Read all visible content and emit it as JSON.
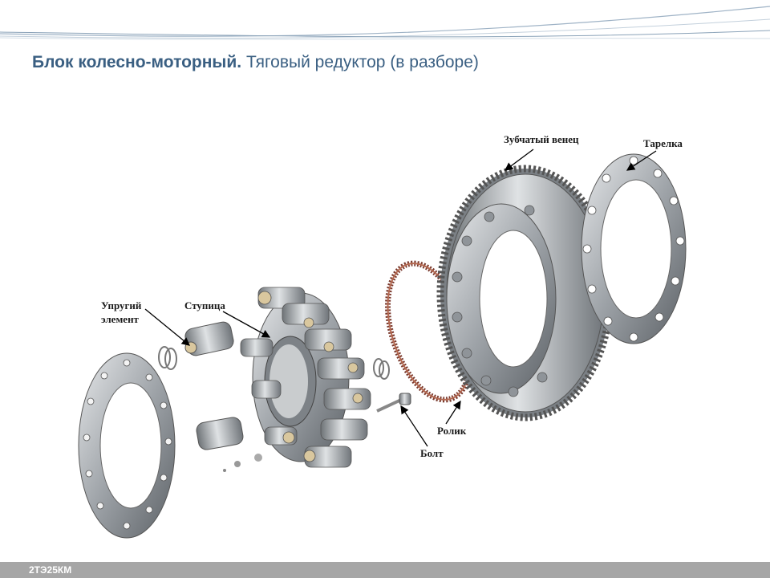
{
  "slide": {
    "title_bold": "Блок колесно-моторный.",
    "title_regular": "Тяговый редуктор (в разборе)"
  },
  "labels": {
    "gear_crown": "Зубчатый венец",
    "plate": "Тарелка",
    "elastic_line1": "Упругий",
    "elastic_line2": "элемент",
    "hub": "Ступица",
    "roller": "Ролик",
    "bolt": "Болт"
  },
  "footer": {
    "label": "2ТЭ25КМ"
  },
  "colors": {
    "title": "#3a5f82",
    "footer_bar": "#a6a6a6",
    "roller_chain": "#7a3a2e",
    "metal": "#9ea3a8"
  }
}
